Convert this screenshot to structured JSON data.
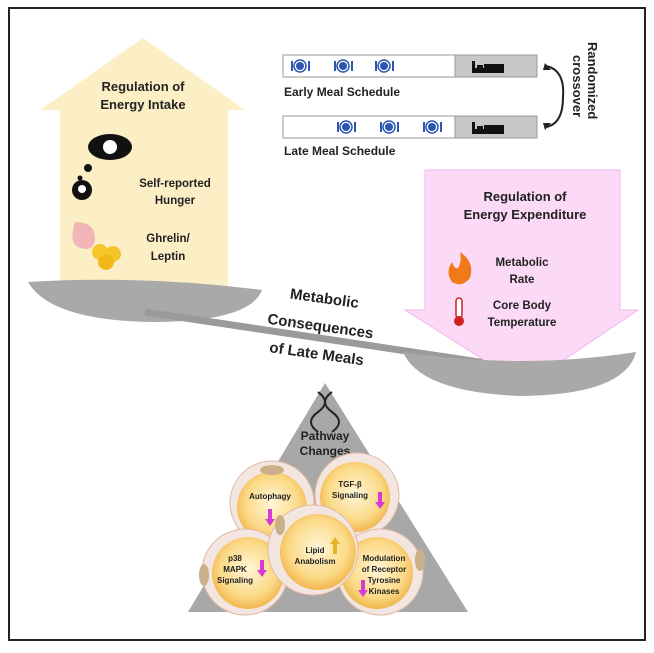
{
  "intake": {
    "title_line1": "Regulation of",
    "title_line2": "Energy Intake",
    "hunger_line1": "Self-reported",
    "hunger_line2": "Hunger",
    "hormone_line1": "Ghrelin/",
    "hormone_line2": "Leptin"
  },
  "expenditure": {
    "title_line1": "Regulation of",
    "title_line2": "Energy Expenditure",
    "rate_line1": "Metabolic",
    "rate_line2": "Rate",
    "temp_line1": "Core Body",
    "temp_line2": "Temperature"
  },
  "schedules": {
    "early": "Early Meal Schedule",
    "late": "Late Meal Schedule",
    "crossover_line1": "Randomized",
    "crossover_line2": "crossover"
  },
  "center": {
    "line1": "Metabolic",
    "line2": "Consequences",
    "line3": "of Late Meals"
  },
  "pathways": {
    "title_line1": "Pathway",
    "title_line2": "Changes",
    "autophagy": "Autophagy",
    "tgf_line1": "TGF-β",
    "tgf_line2": "Signaling",
    "lipid_line1": "Lipid",
    "lipid_line2": "Anabolism",
    "p38_line1": "p38",
    "p38_line2": "MAPK",
    "p38_line3": "Signaling",
    "rtk_line1": "Modulation",
    "rtk_line2": "of Receptor",
    "rtk_line3": "Tyrosine",
    "rtk_line4": "Kinases"
  },
  "colors": {
    "intake_arrow": "#fcefc6",
    "expenditure_arrow": "#fbd9f7",
    "down": "#d63bd6",
    "up": "#e6b422",
    "pan": "#a9a9a9",
    "meal": "#2c56b0"
  },
  "directions": {
    "autophagy": "down",
    "tgf": "down",
    "lipid": "up",
    "p38": "down",
    "rtk": "down"
  }
}
